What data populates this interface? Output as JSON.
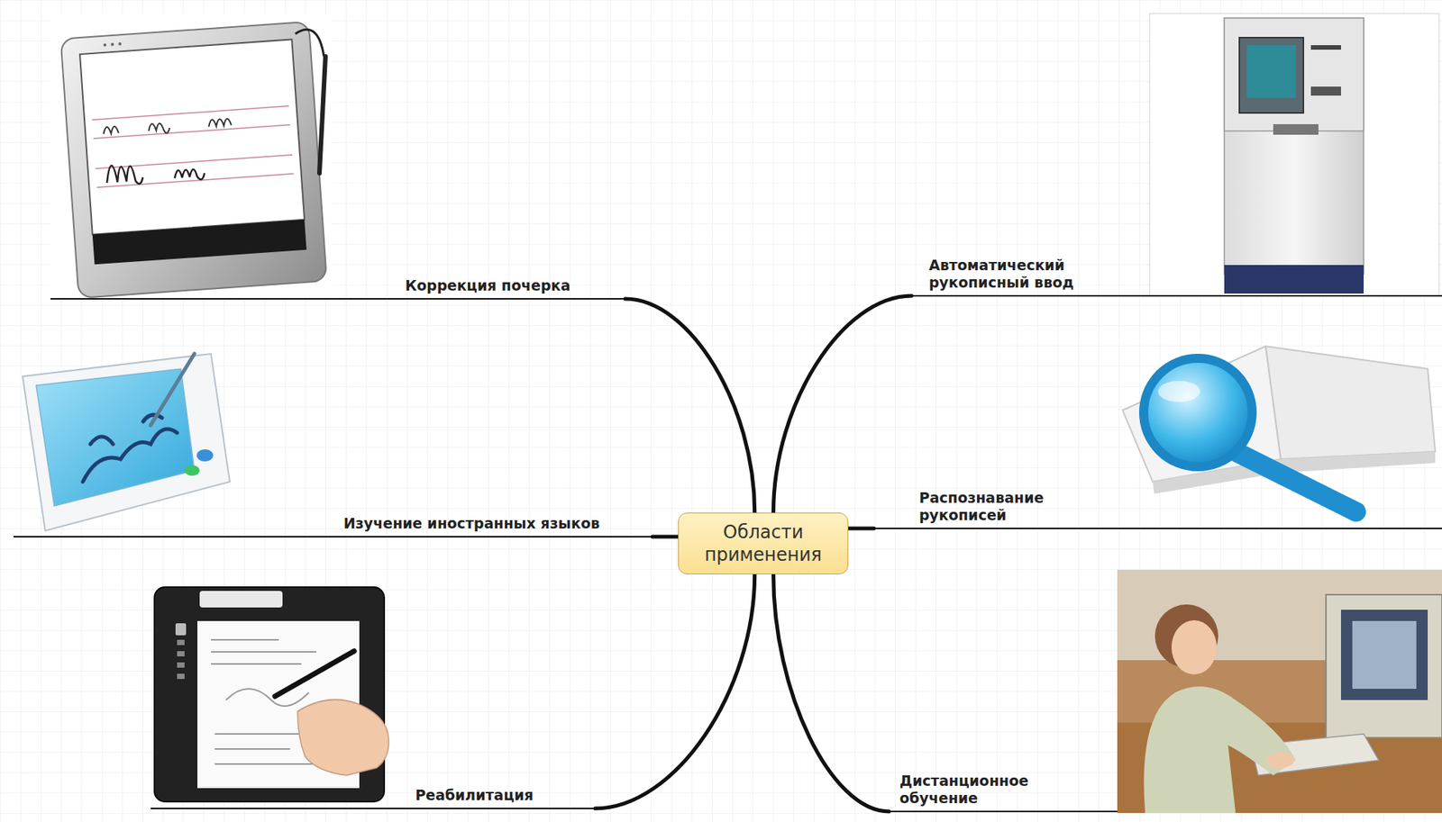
{
  "diagram": {
    "nodes": [
      {
        "text": [
          "Области применения"
        ]
      },
      {
        "text": [
          "Коррекция почерка"
        ]
      },
      {
        "text": [
          "Автоматический рукописный ввод"
        ]
      },
      {
        "text": [
          "Изучение иностранных языков"
        ]
      },
      {
        "text": [
          "Распознавание рукописей"
        ]
      },
      {
        "text": [
          "Реабилитация"
        ]
      },
      {
        "text": [
          "Дистанционное обучение"
        ]
      }
    ],
    "edges": [
      {
        "from": 0,
        "to": 1,
        "arrow": "none"
      },
      {
        "from": 0,
        "to": 2,
        "arrow": "none"
      },
      {
        "from": 0,
        "to": 3,
        "arrow": "none"
      },
      {
        "from": 0,
        "to": 4,
        "arrow": "none"
      },
      {
        "from": 0,
        "to": 5,
        "arrow": "none"
      },
      {
        "from": 0,
        "to": 6,
        "arrow": "none"
      }
    ]
  }
}
